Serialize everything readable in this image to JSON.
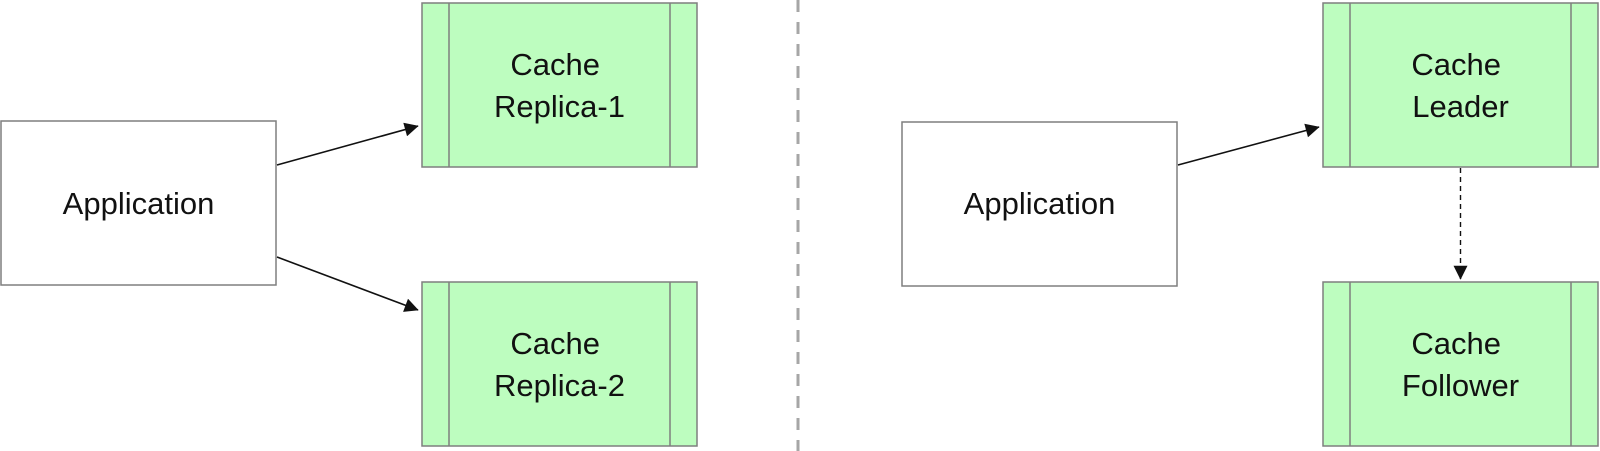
{
  "left": {
    "application": {
      "lines": [
        "Application"
      ]
    },
    "replica1": {
      "lines": [
        "Cache",
        "Replica-1"
      ]
    },
    "replica2": {
      "lines": [
        "Cache",
        "Replica-2"
      ]
    }
  },
  "right": {
    "application": {
      "lines": [
        "Application"
      ]
    },
    "leader": {
      "lines": [
        "Cache",
        "Leader"
      ]
    },
    "follower": {
      "lines": [
        "Cache",
        "Follower"
      ]
    }
  },
  "colors": {
    "cache_fill": "#bdfdbf",
    "box_stroke": "#7f7f7f",
    "divider": "#a6a6a6",
    "arrow": "#111111"
  }
}
